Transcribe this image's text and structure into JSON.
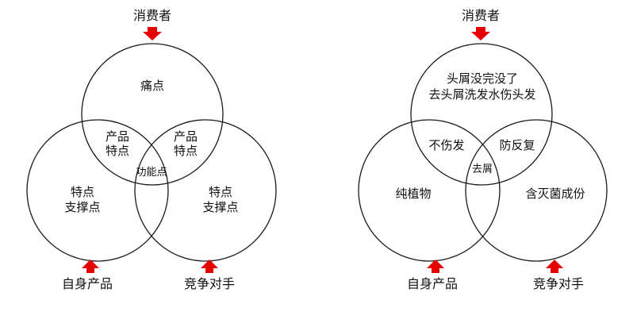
{
  "colors": {
    "arrow": "#e60000",
    "circle_stroke": "#1a1a1a",
    "text": "#111111"
  },
  "left_diagram": {
    "top_source": "消费者",
    "top_circle": "痛点",
    "overlap_top_left": [
      "产品",
      "特点"
    ],
    "overlap_top_right": [
      "产品",
      "特点"
    ],
    "center": "功能点",
    "left_circle": [
      "特点",
      "支撑点"
    ],
    "right_circle": [
      "特点",
      "支撑点"
    ],
    "bottom_left_source": "自身产品",
    "bottom_right_source": "竞争对手"
  },
  "right_diagram": {
    "top_source": "消费者",
    "top_circle": [
      "头屑没完没了",
      "去头屑洗发水伤头发"
    ],
    "overlap_top_left": "不伤发",
    "overlap_top_right": "防反复",
    "center": "去屑",
    "left_circle": "纯植物",
    "right_circle": "含灭菌成份",
    "bottom_left_source": "自身产品",
    "bottom_right_source": "竞争对手"
  }
}
